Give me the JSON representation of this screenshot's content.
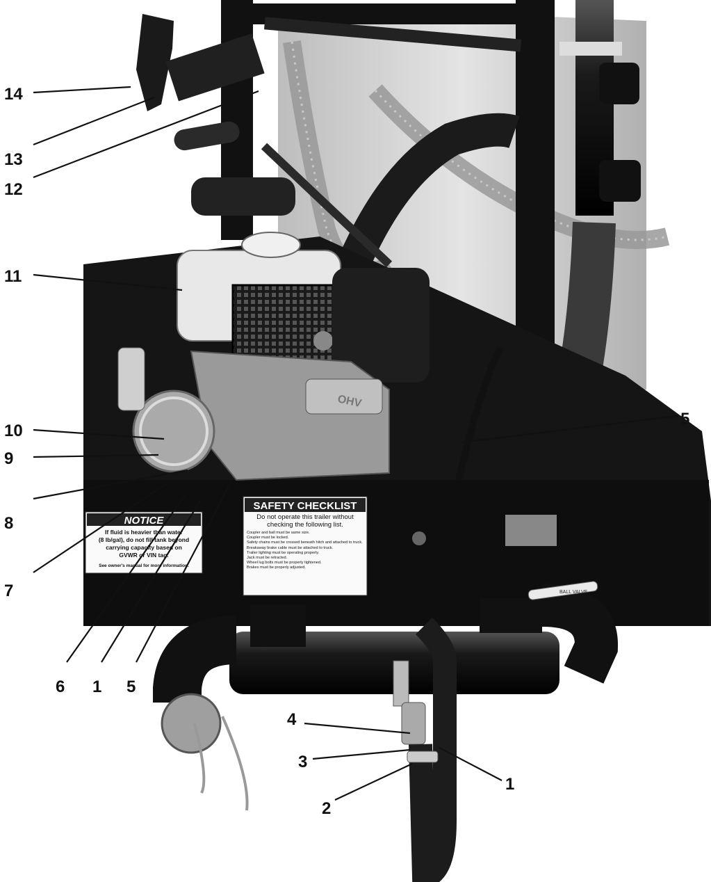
{
  "figure": {
    "callouts": [
      "14",
      "13",
      "12",
      "11",
      "10",
      "9",
      "8",
      "7",
      "6",
      "1",
      "5",
      "5",
      "4",
      "3",
      "2",
      "1"
    ]
  },
  "safety_sign": {
    "title": "SAFETY CHECKLIST",
    "intro": "Do not operate this trailer without checking the following list.",
    "items": [
      "Coupler and ball must be same size.",
      "Coupler must be locked.",
      "Safety chains must be crossed beneath hitch and attached to truck.",
      "Breakaway brake cable must be attached to truck.",
      "Trailer lighting must be operating properly.",
      "Jack must be retracted.",
      "Wheel lug bolts must be properly tightened.",
      "Brakes must be properly adjusted."
    ]
  },
  "notice_sign": {
    "title": "NOTICE",
    "lines": [
      "If fluid is heavier than water",
      "(8 lb/gal), do not fill tank beyond",
      "carrying capacity based on",
      "GVWR or VIN tag.",
      "See owner's manual for more information."
    ]
  },
  "valve_tag": "BALL VALVE",
  "engine_brand": "OHV",
  "colors": {
    "background": "#ffffff",
    "frame": "#111111",
    "tank": "#cfcfcf",
    "engine": "#1c1c1c",
    "fuel_tank": "#e8e8e8",
    "metal": "#9a9a9a",
    "hose": "#333333"
  }
}
